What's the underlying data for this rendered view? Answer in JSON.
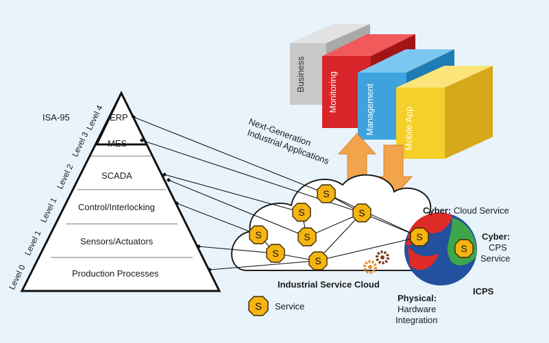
{
  "isa_label": "ISA-95",
  "levels": [
    "Level 0",
    "Level 1",
    "Level 1",
    "Level 2",
    "Level 3",
    "Level 4"
  ],
  "pyramid": [
    "ERP",
    "MES",
    "SCADA",
    "Control/Interlocking",
    "Sensors/Actuators",
    "Production Processes"
  ],
  "apps_caption": [
    "Next-Generation",
    "Industrial Applications"
  ],
  "apps": [
    "Business",
    "Monitoring",
    "Management",
    "Mobile App"
  ],
  "cloud_label": "Industrial Service Cloud",
  "service_glyph": "S",
  "legend": {
    "label": "Service"
  },
  "cyber_cloud": {
    "bold": "Cyber:",
    "text": "Cloud Service"
  },
  "cyber_cps": {
    "bold": "Cyber:",
    "line1": "CPS",
    "line2": "Service"
  },
  "physical": {
    "bold": "Physical:",
    "line1": "Hardware",
    "line2": "Integration"
  },
  "icps": "ICPS",
  "colors": {
    "background": "#e9f3fb",
    "business": "#c8c8c8",
    "monitoring": "#d9242a",
    "management": "#3ea3dd",
    "mobile_app": "#f5cf2a",
    "service_fill": "#f6b413",
    "arrow": "#f2a44c",
    "globe_red": "#de2b25",
    "globe_green": "#3da64a",
    "globe_blue": "#23509f"
  }
}
